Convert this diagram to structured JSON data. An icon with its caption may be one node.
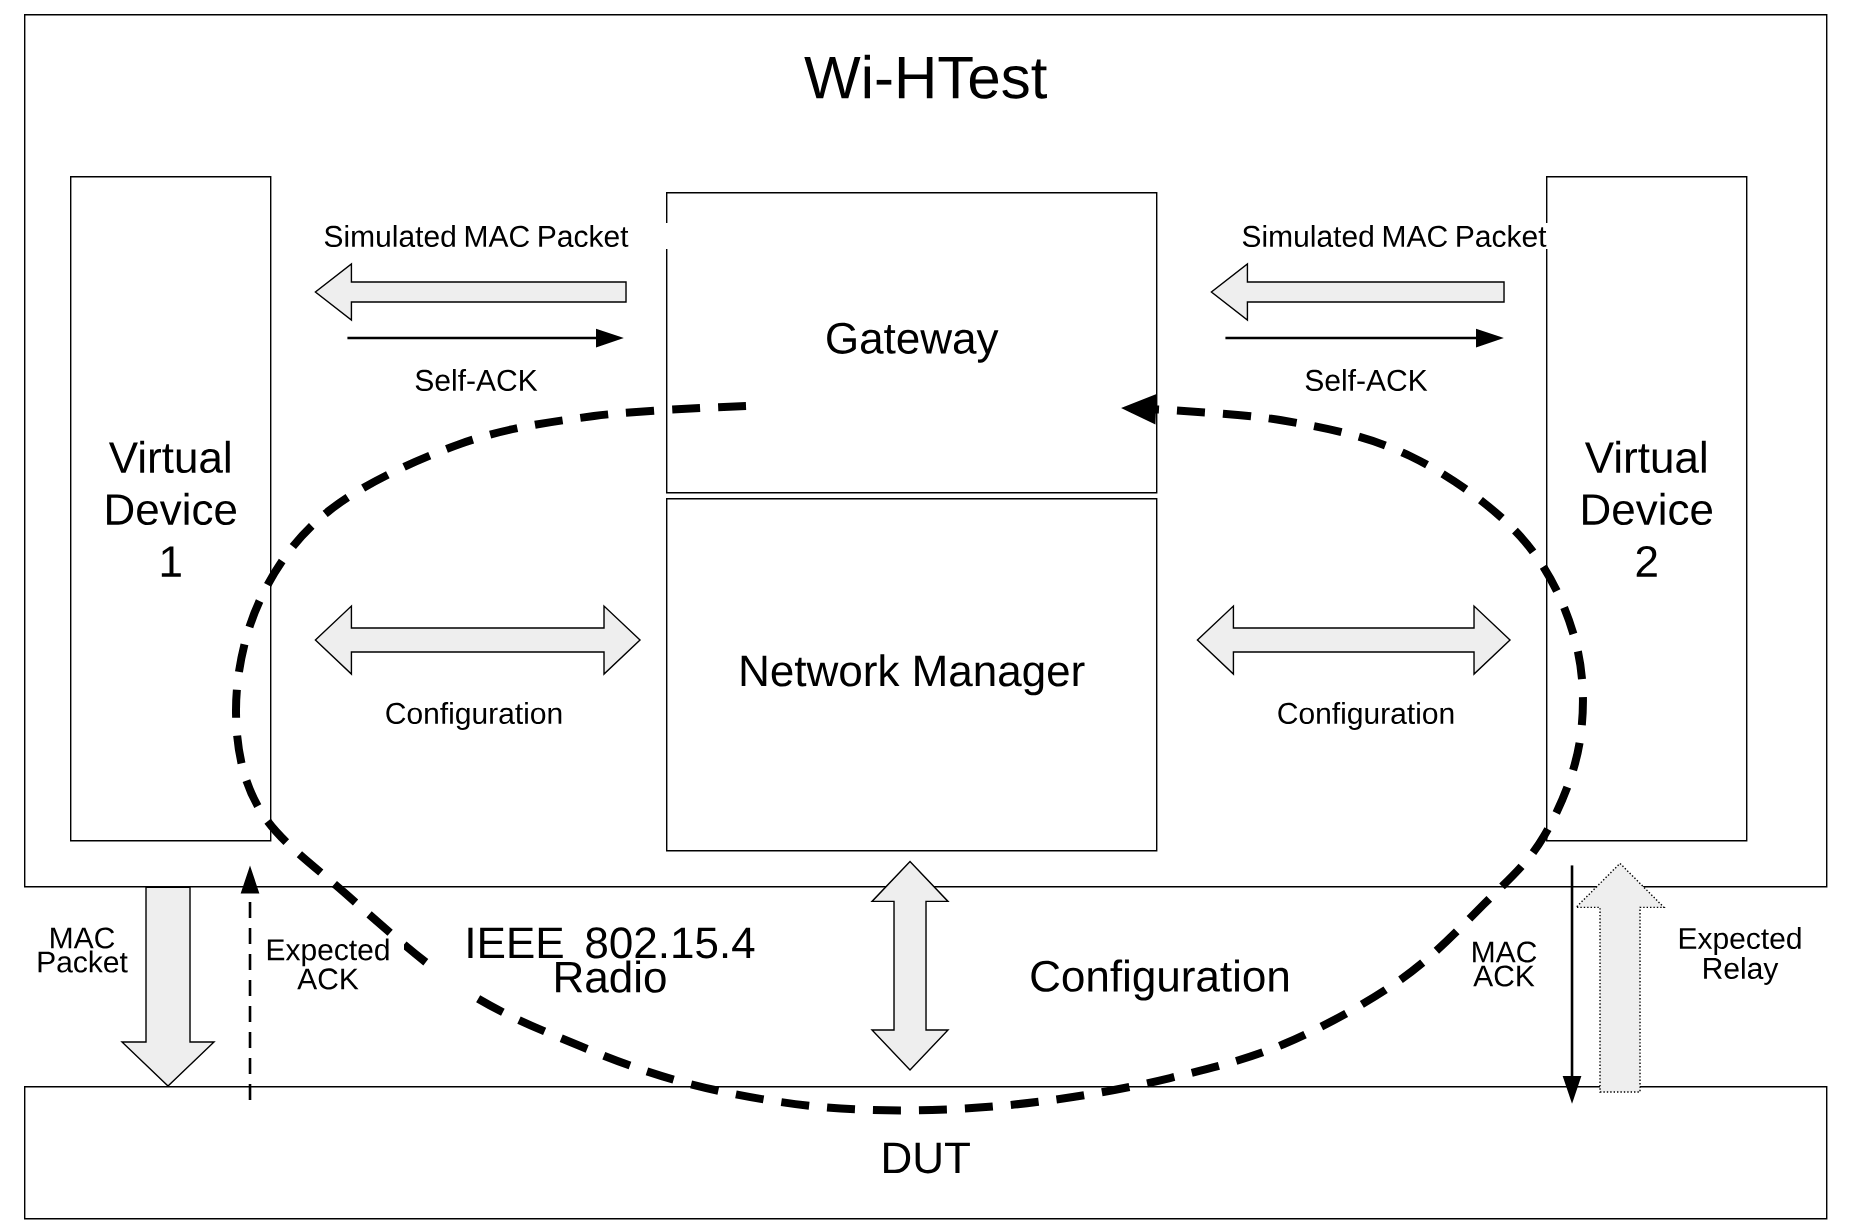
{
  "diagram": {
    "nodes": [
      {
        "text": [
          "Wi-HTest"
        ]
      },
      {
        "text": [
          "Virtual Device 1"
        ],
        "in": 0
      },
      {
        "text": [
          "Gateway"
        ],
        "in": 0
      },
      {
        "text": [
          "Network Manager"
        ],
        "in": 0
      },
      {
        "text": [
          "Virtual Device 2"
        ],
        "in": 0
      },
      {
        "text": [
          "DUT"
        ]
      }
    ],
    "edges": [
      {
        "from": 2,
        "to": 1,
        "arrow": "to",
        "style": "thick",
        "label": "Simulated MAC Packet"
      },
      {
        "from": 1,
        "to": 2,
        "arrow": "to",
        "label": "Self-ACK"
      },
      {
        "from": 4,
        "to": 2,
        "arrow": "to",
        "style": "thick",
        "label": "Simulated MAC Packet"
      },
      {
        "from": 2,
        "to": 4,
        "arrow": "to",
        "label": "Self-ACK"
      },
      {
        "from": 1,
        "to": 3,
        "arrow": "both",
        "style": "thick",
        "label": "Configuration"
      },
      {
        "from": 3,
        "to": 4,
        "arrow": "both",
        "style": "thick",
        "label": "Configuration"
      },
      {
        "from": 3,
        "to": 5,
        "arrow": "both",
        "style": "thick",
        "label": "Configuration"
      },
      {
        "from": 1,
        "to": 5,
        "arrow": "to",
        "style": "thick",
        "label": "MAC Packet"
      },
      {
        "from": 5,
        "to": 1,
        "arrow": "to",
        "style": "dashed",
        "label": "Expected ACK"
      },
      {
        "from": 4,
        "to": 5,
        "arrow": "to",
        "label": "MAC ACK"
      },
      {
        "from": 5,
        "to": 4,
        "arrow": "to",
        "style": "thick",
        "label": "Expected Relay"
      }
    ],
    "labels": [
      "IEEE 802.15.4 Radio"
    ]
  }
}
